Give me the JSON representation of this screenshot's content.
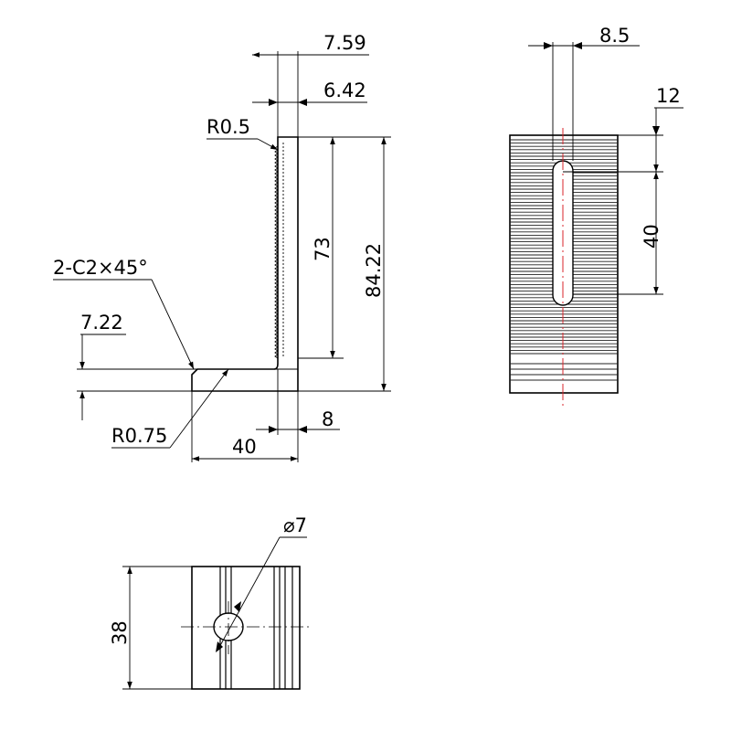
{
  "side_view": {
    "dim_top_outer": "7.59",
    "dim_top_inner": "6.42",
    "radius_top": "R0.5",
    "dim_73": "73",
    "dim_84": "84.22",
    "chamfer": "2-C2×45°",
    "dim_base": "7.22",
    "radius_base": "R0.75",
    "dim_8": "8",
    "dim_40": "40"
  },
  "front_view": {
    "dim_slot_width": "8.5",
    "dim_top_offset": "12",
    "dim_slot_length": "40"
  },
  "bottom_view": {
    "hole_dia": "⌀7",
    "dim_height": "38"
  }
}
